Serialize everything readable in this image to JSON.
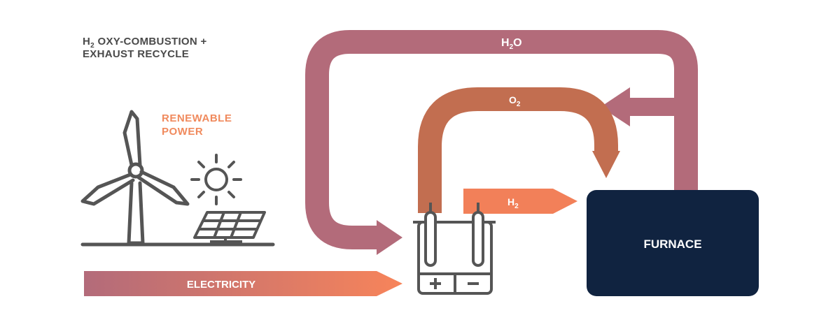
{
  "title": {
    "line1_main": "H",
    "line1_sub": "2",
    "line1_rest": " OXY-COMBUSTION +",
    "line2": "EXHAUST RECYCLE"
  },
  "renewable": {
    "line1": "RENEWABLE",
    "line2": "POWER"
  },
  "flows": {
    "h2o": {
      "main": "H",
      "sub": "2",
      "rest": "O"
    },
    "o2": {
      "main": "O",
      "sub": "2"
    },
    "h2": {
      "main": "H",
      "sub": "2"
    },
    "electricity": "ELECTRICITY"
  },
  "furnace": {
    "label": "FURNACE"
  },
  "colors": {
    "mauve": "#b36b7a",
    "copper": "#c4704f",
    "orange": "#f28059",
    "navy": "#102340",
    "icon_gray": "#555555",
    "text_gray": "#4a4a4a",
    "renew_orange": "#f08a5d"
  },
  "icons": [
    "wind-turbine-icon",
    "sun-icon",
    "solar-panel-icon",
    "electrolyzer-battery-icon"
  ]
}
